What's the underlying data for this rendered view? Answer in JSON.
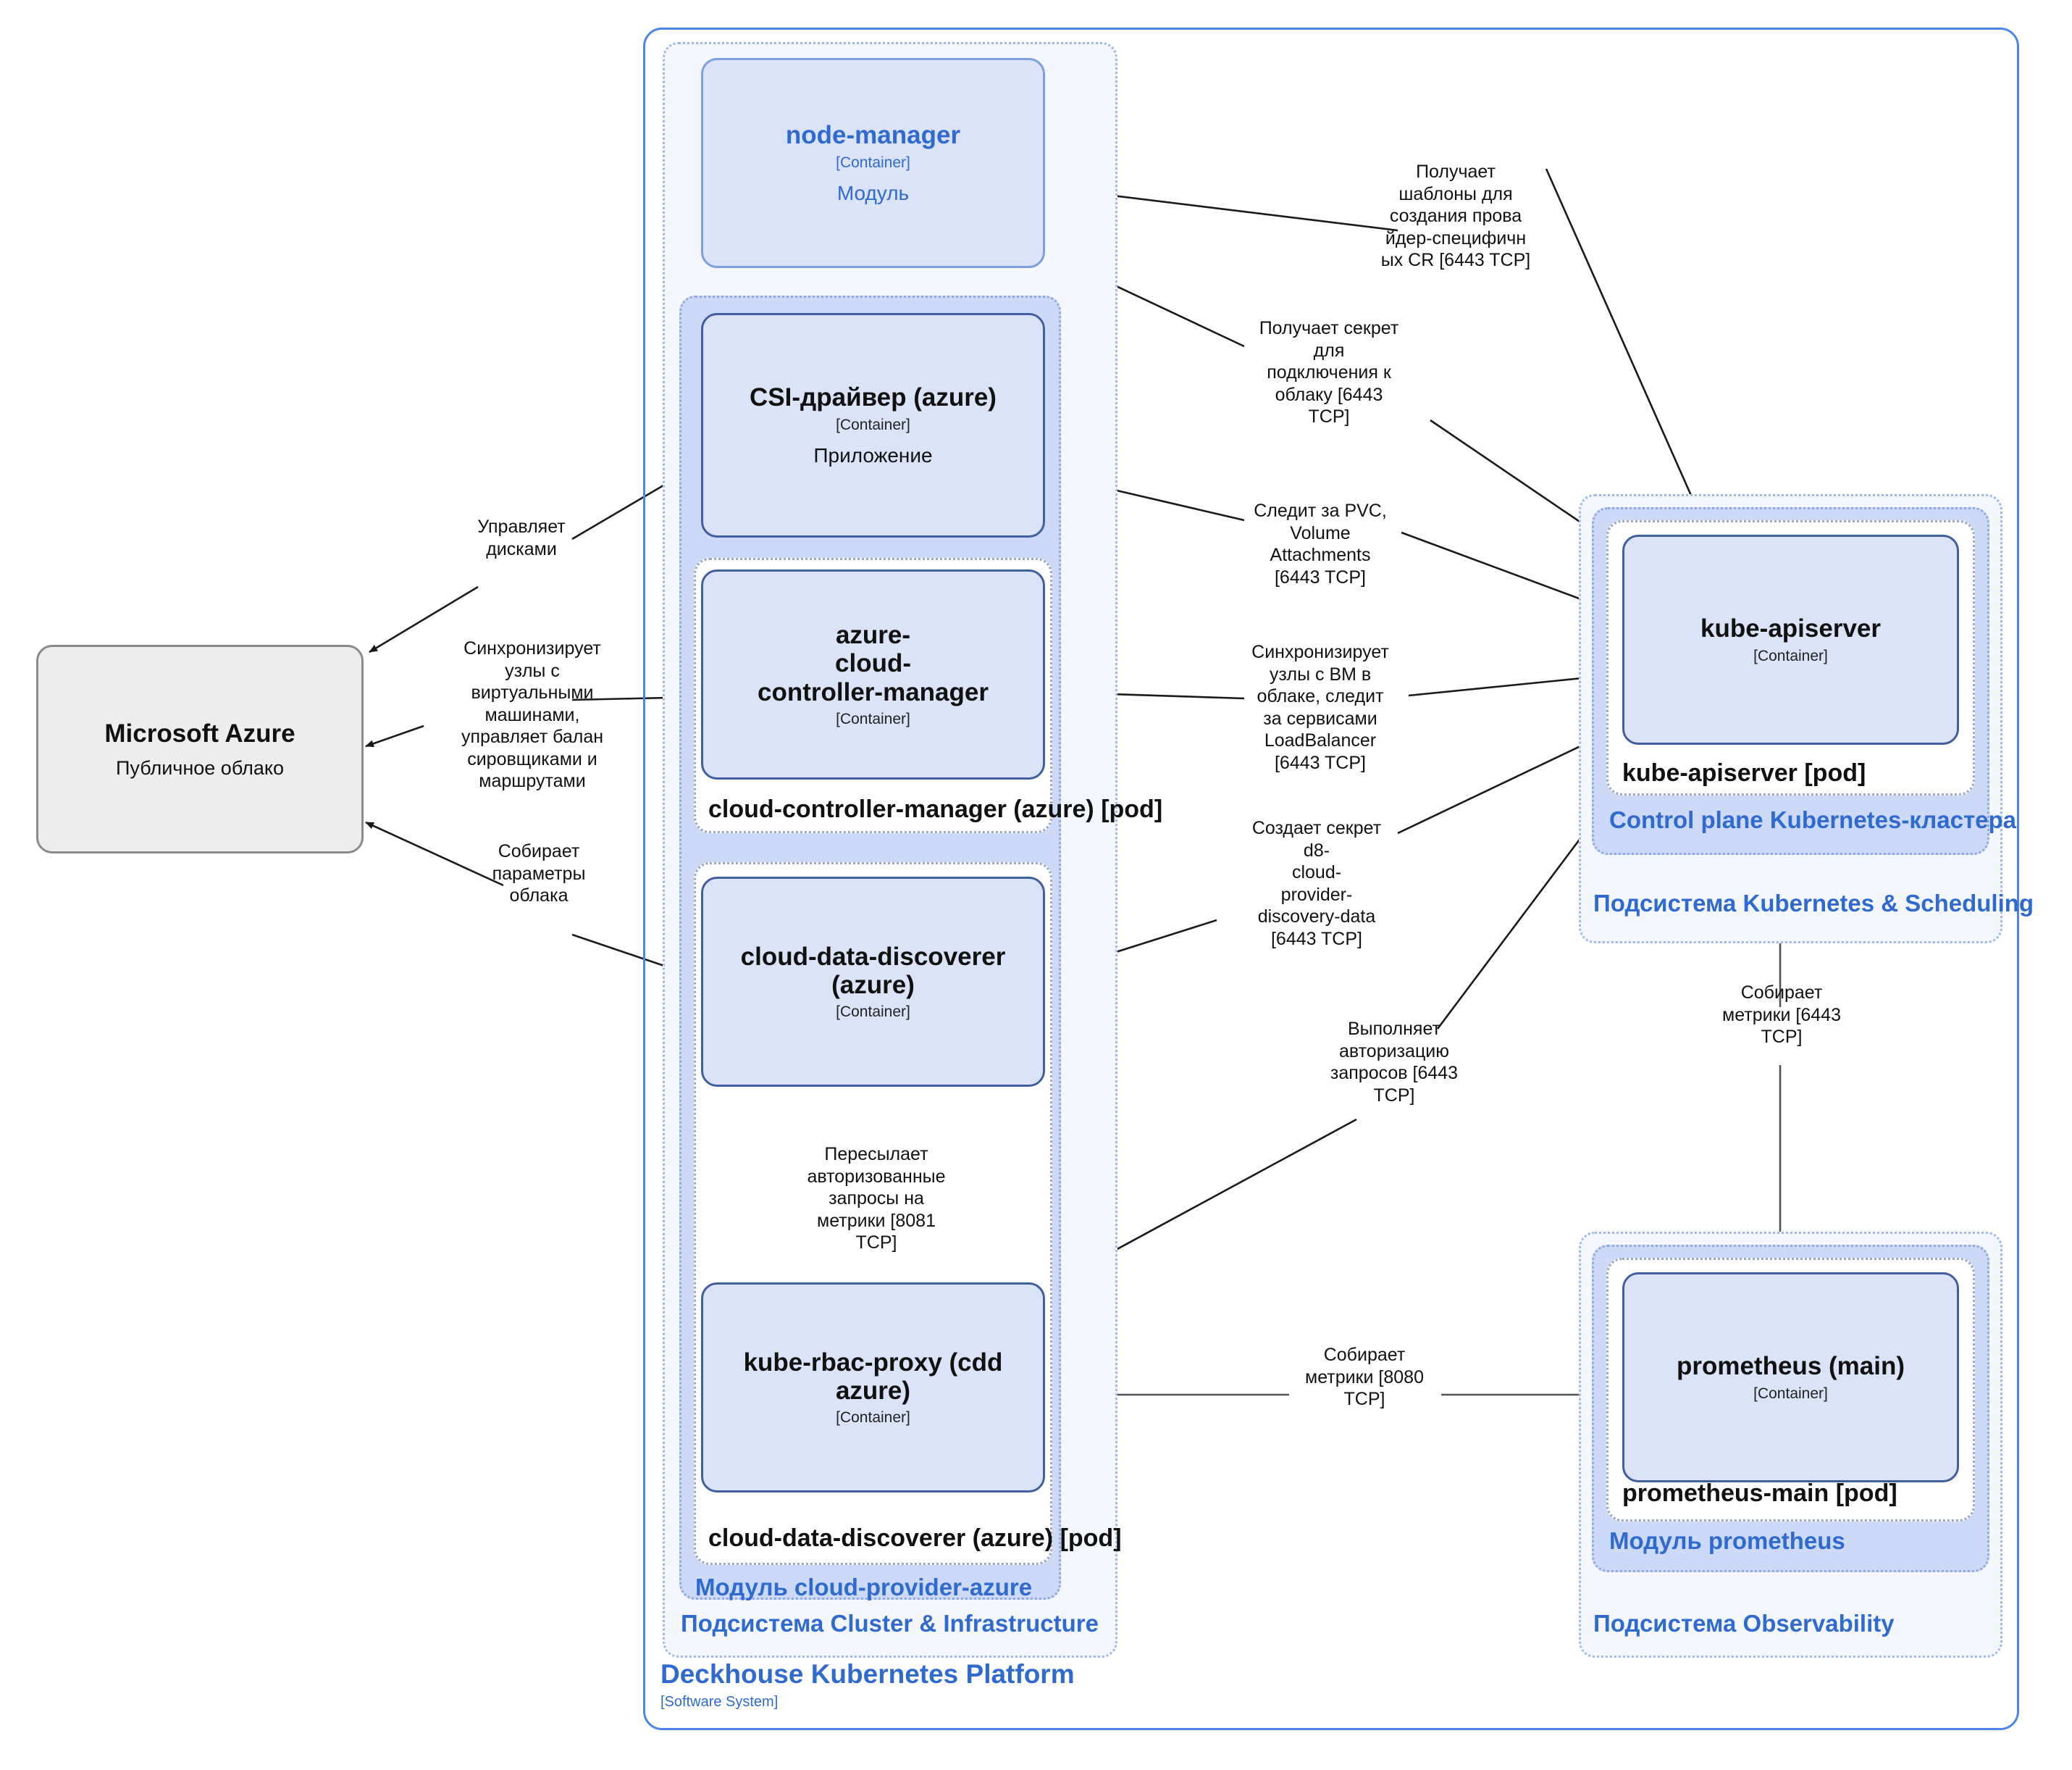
{
  "system": {
    "name": "Deckhouse Kubernetes Platform",
    "tag": "[Software System]"
  },
  "subsystems": [
    {
      "id": "cluster-infra",
      "label": "Подсистема Cluster & Infrastructure"
    },
    {
      "id": "kubernetes-scheduling",
      "label": "Подсистема Kubernetes & Scheduling"
    },
    {
      "id": "observability",
      "label": "Подсистема Observability"
    }
  ],
  "modules": [
    {
      "id": "cloud-provider-azure",
      "label": "Модуль cloud-provider-azure"
    },
    {
      "id": "control-plane",
      "label": "Control plane Kubernetes-кластера"
    },
    {
      "id": "prometheus",
      "label": "Модуль prometheus"
    }
  ],
  "pods": [
    {
      "id": "ccm-pod",
      "label": "cloud-controller-manager (azure) [pod]"
    },
    {
      "id": "cdd-pod",
      "label": "cloud-data-discoverer (azure) [pod]"
    },
    {
      "id": "apiserver-pod",
      "label": "kube-apiserver [pod]"
    },
    {
      "id": "prometheus-pod",
      "label": "prometheus-main [pod]"
    }
  ],
  "nodes": {
    "node_manager": {
      "title": "node-manager",
      "tech": "[Container]",
      "desc": "Модуль"
    },
    "csi_driver": {
      "title": "CSI-драйвер (azure)",
      "tech": "[Container]",
      "desc": "Приложение"
    },
    "accm": {
      "title": "azure-\ncloud-\ncontroller-manager",
      "tech": "[Container]",
      "desc": ""
    },
    "cdd": {
      "title": "cloud-data-discoverer\n(azure)",
      "tech": "[Container]",
      "desc": ""
    },
    "krp": {
      "title": "kube-rbac-proxy (cdd\nazure)",
      "tech": "[Container]",
      "desc": ""
    },
    "apiserver": {
      "title": "kube-apiserver",
      "tech": "[Container]",
      "desc": ""
    },
    "prometheus": {
      "title": "prometheus (main)",
      "tech": "[Container]",
      "desc": ""
    }
  },
  "external": {
    "azure": {
      "title": "Microsoft Azure",
      "desc": "Публичное облако"
    }
  },
  "edges": [
    {
      "id": "nm-templates",
      "label": "Получает\nшаблоны для\nсоздания прова\nйдер-специфичн\nых CR [6443 TCP]"
    },
    {
      "id": "nm-secret",
      "label": "Получает секрет\nдля\nподключения к\nоблаку [6443\nTCP]"
    },
    {
      "id": "csi-pvc",
      "label": "Следит за PVC,\nVolume\nAttachments\n[6443 TCP]"
    },
    {
      "id": "accm-sync",
      "label": "Синхронизирует\nузлы с ВМ в\nоблаке, следит\nза сервисами\nLoadBalancer\n[6443 TCP]"
    },
    {
      "id": "cdd-secret",
      "label": "Создает секрет\nd8-\ncloud-\nprovider-\ndiscovery-data\n[6443 TCP]"
    },
    {
      "id": "krp-authz",
      "label": "Выполняет\nавторизацию\nзапросов [6443\nTCP]"
    },
    {
      "id": "csi-disks",
      "label": "Управляет\nдисками"
    },
    {
      "id": "accm-azure",
      "label": "Синхронизирует\nузлы с\nвиртуальными\nмашинами,\nуправляет балан\nсировщиками и\nмаршрутами"
    },
    {
      "id": "cdd-azure",
      "label": "Собирает\nпараметры\nоблака"
    },
    {
      "id": "krp-forward",
      "label": "Пересылает\nавторизованные\nзапросы на\nметрики [8081\nTCP]"
    },
    {
      "id": "prom-apiserver",
      "label": "Собирает\nметрики [6443\nTCP]"
    },
    {
      "id": "prom-krp",
      "label": "Собирает\nметрики [8080\nTCP]"
    }
  ],
  "colors": {
    "accent": "#2f6ad1",
    "node_fill": "#dae3f8",
    "node_border": "#3f5f9f",
    "module_fill": "#ccd9f7",
    "subsystem_fill": "#f4f8fe",
    "external_fill": "#ededed",
    "system_border": "#4a86e8"
  }
}
